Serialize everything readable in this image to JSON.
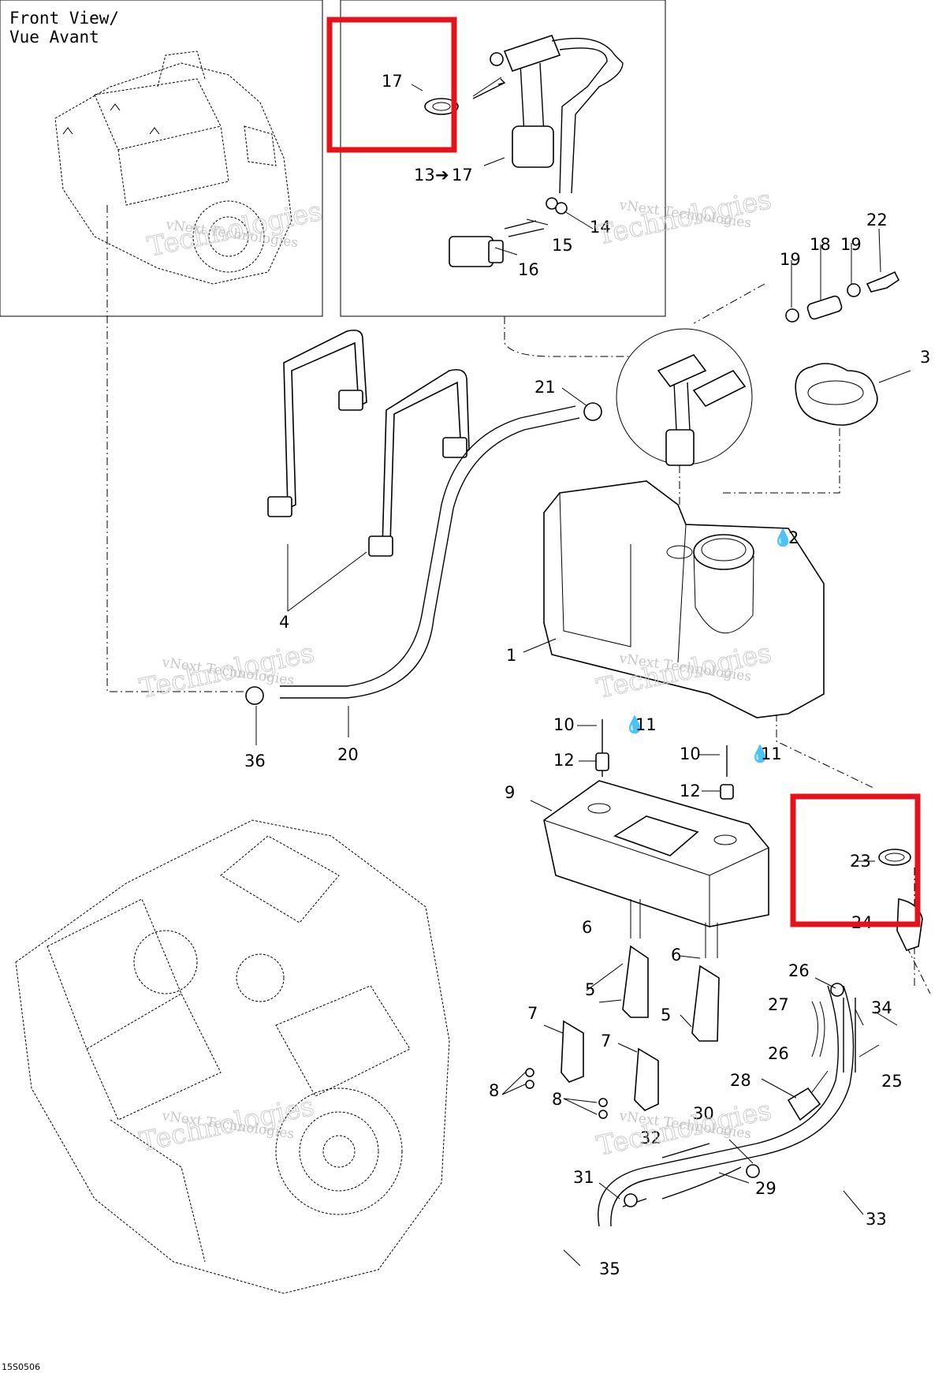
{
  "diagram": {
    "view_label_line1": "Front View/",
    "view_label_line2": "Vue Avant",
    "drawing_code": "15S0506",
    "watermark_line1": "vNext Technologies",
    "watermark_big_1": "vNext",
    "watermark_big_2": "Technologies",
    "callouts": {
      "c1": "1",
      "c2": "2",
      "c3": "3",
      "c4": "4",
      "c5a": "5",
      "c5b": "5",
      "c6a": "6",
      "c6b": "6",
      "c7a": "7",
      "c7b": "7",
      "c8a": "8",
      "c8b": "8",
      "c9": "9",
      "c10a": "10",
      "c10b": "10",
      "c11a": "11",
      "c11b": "11",
      "c12a": "12",
      "c12b": "12",
      "c13": "13",
      "c13_17": "17",
      "c14": "14",
      "c15": "15",
      "c16": "16",
      "c17": "17",
      "c18": "18",
      "c19a": "19",
      "c19b": "19",
      "c20": "20",
      "c21": "21",
      "c22": "22",
      "c23": "23",
      "c24": "24",
      "c25": "25",
      "c26a": "26",
      "c26b": "26",
      "c27": "27",
      "c28": "28",
      "c29": "29",
      "c30": "30",
      "c31": "31",
      "c32": "32",
      "c33": "33",
      "c34": "34",
      "c35": "35",
      "c36": "36"
    },
    "highlight_color": "#e3121b",
    "line_color": "#000000"
  }
}
